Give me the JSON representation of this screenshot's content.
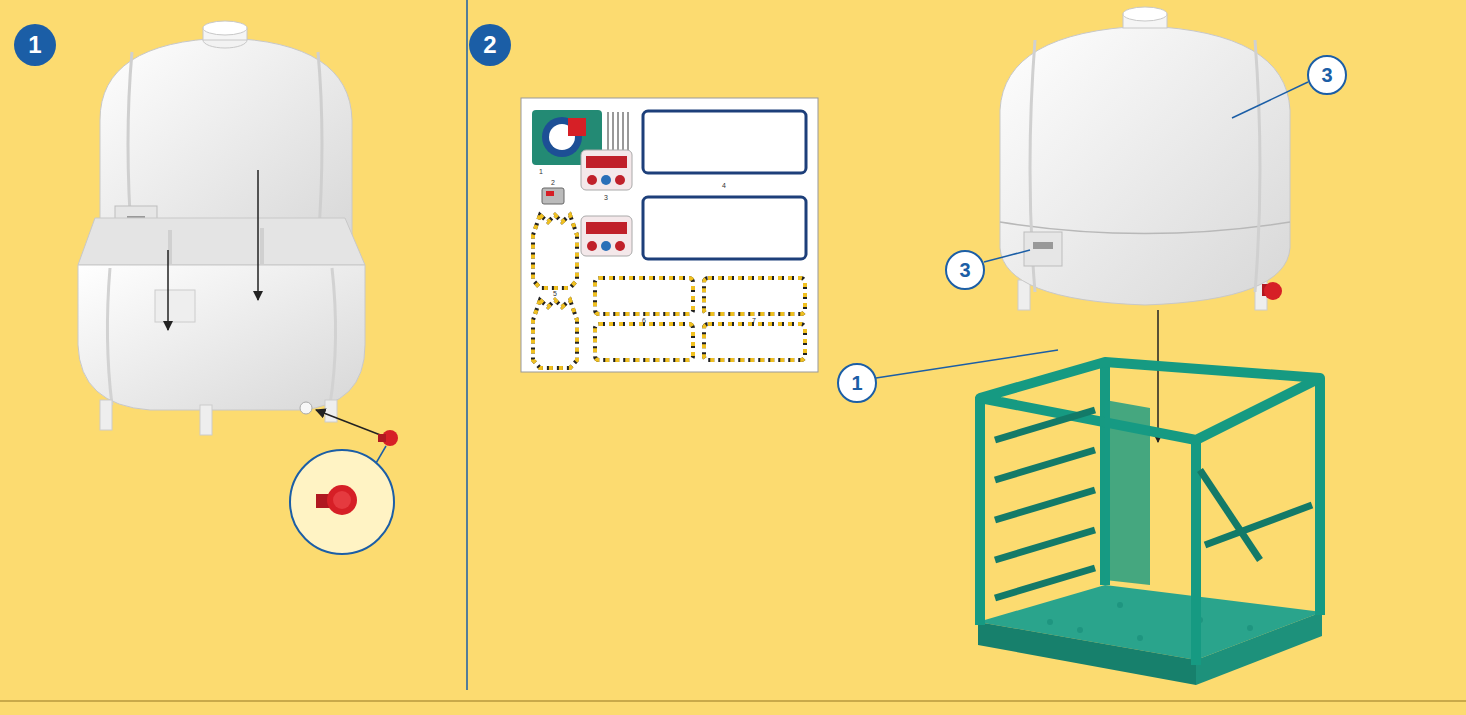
{
  "diagram": {
    "nodes": [
      {
        "text": [
          "1"
        ]
      },
      {
        "text": [
          "2"
        ]
      },
      {
        "text": [
          "3"
        ]
      },
      {
        "text": [
          "3"
        ]
      },
      {
        "text": [
          "1"
        ]
      }
    ],
    "labels": [
      "1",
      "2",
      "3",
      "4",
      "5",
      "6",
      "7"
    ]
  }
}
